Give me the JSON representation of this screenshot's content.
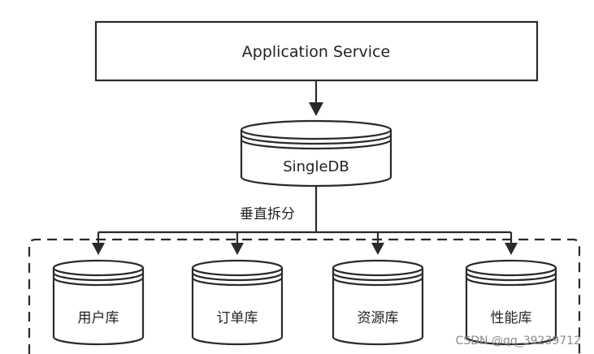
{
  "app_service": {
    "label": "Application Service"
  },
  "single_db": {
    "label": "SingleDB"
  },
  "split": {
    "label": "垂直拆分"
  },
  "shards": [
    {
      "label": "用户库"
    },
    {
      "label": "订单库"
    },
    {
      "label": "资源库"
    },
    {
      "label": "性能库"
    }
  ],
  "watermark": {
    "label": "CSDN @qq_39239712"
  },
  "colors": {
    "stroke": "#2a2a2a",
    "background": "#ffffff",
    "watermark": "#8a8a8a"
  }
}
